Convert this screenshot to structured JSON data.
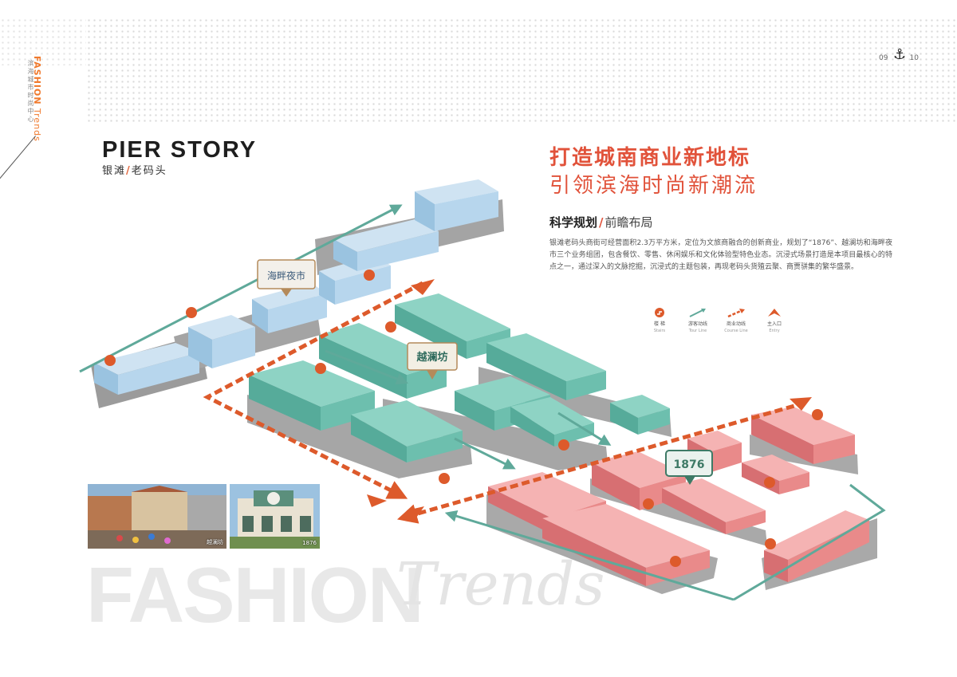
{
  "sidebar": {
    "brand": "FASHION",
    "brand_suffix": "Trends",
    "subtitle": "滨海城市时尚中心"
  },
  "page": {
    "left": "09",
    "right": "10"
  },
  "logo": {
    "main": "PIER STORY",
    "sub_a": "银滩",
    "sub_b": "老码头"
  },
  "headline": {
    "line1": "打造城南商业新地标",
    "line2": "引领滨海时尚新潮流"
  },
  "subhead": {
    "a": "科学规划",
    "b": "前瞻布局"
  },
  "body": "银滩老码头商街可经营面积2.3万平方米，定位为文旅商融合的创新商业，规划了“1876”、越澜坊和海畔夜市三个业务组团，包含餐饮、零售、休闲娱乐和文化体验型特色业态。沉浸式场景打造是本项目最核心的特点之一，通过深入的文脉挖掘，沉浸式的主题包装，再现老码头货殖云聚、商贾骈集的繁华盛景。",
  "legend": [
    {
      "zh": "楼 梯",
      "en": "Stairs",
      "icon": "stairs-marker-icon"
    },
    {
      "zh": "游客动线",
      "en": "Tour Line",
      "icon": "tour-line-icon"
    },
    {
      "zh": "商业动线",
      "en": "Course Line",
      "icon": "course-line-icon"
    },
    {
      "zh": "主入口",
      "en": "Entry",
      "icon": "entry-arrow-icon"
    }
  ],
  "zones": [
    {
      "label": "海畔夜市",
      "color": "#a9cde4"
    },
    {
      "label": "越澜坊",
      "color": "#6dbfae"
    },
    {
      "label": "1876",
      "color": "#e98a8a"
    }
  ],
  "photos": [
    {
      "caption": "越澜坊"
    },
    {
      "caption": "1876"
    }
  ],
  "watermark": {
    "word1": "FASHION",
    "word2": "Trends"
  },
  "colors": {
    "accent": "#e1523a",
    "orange": "#f07a2e",
    "route_teal": "#5fa99a",
    "route_orange": "#dd5a2b"
  }
}
